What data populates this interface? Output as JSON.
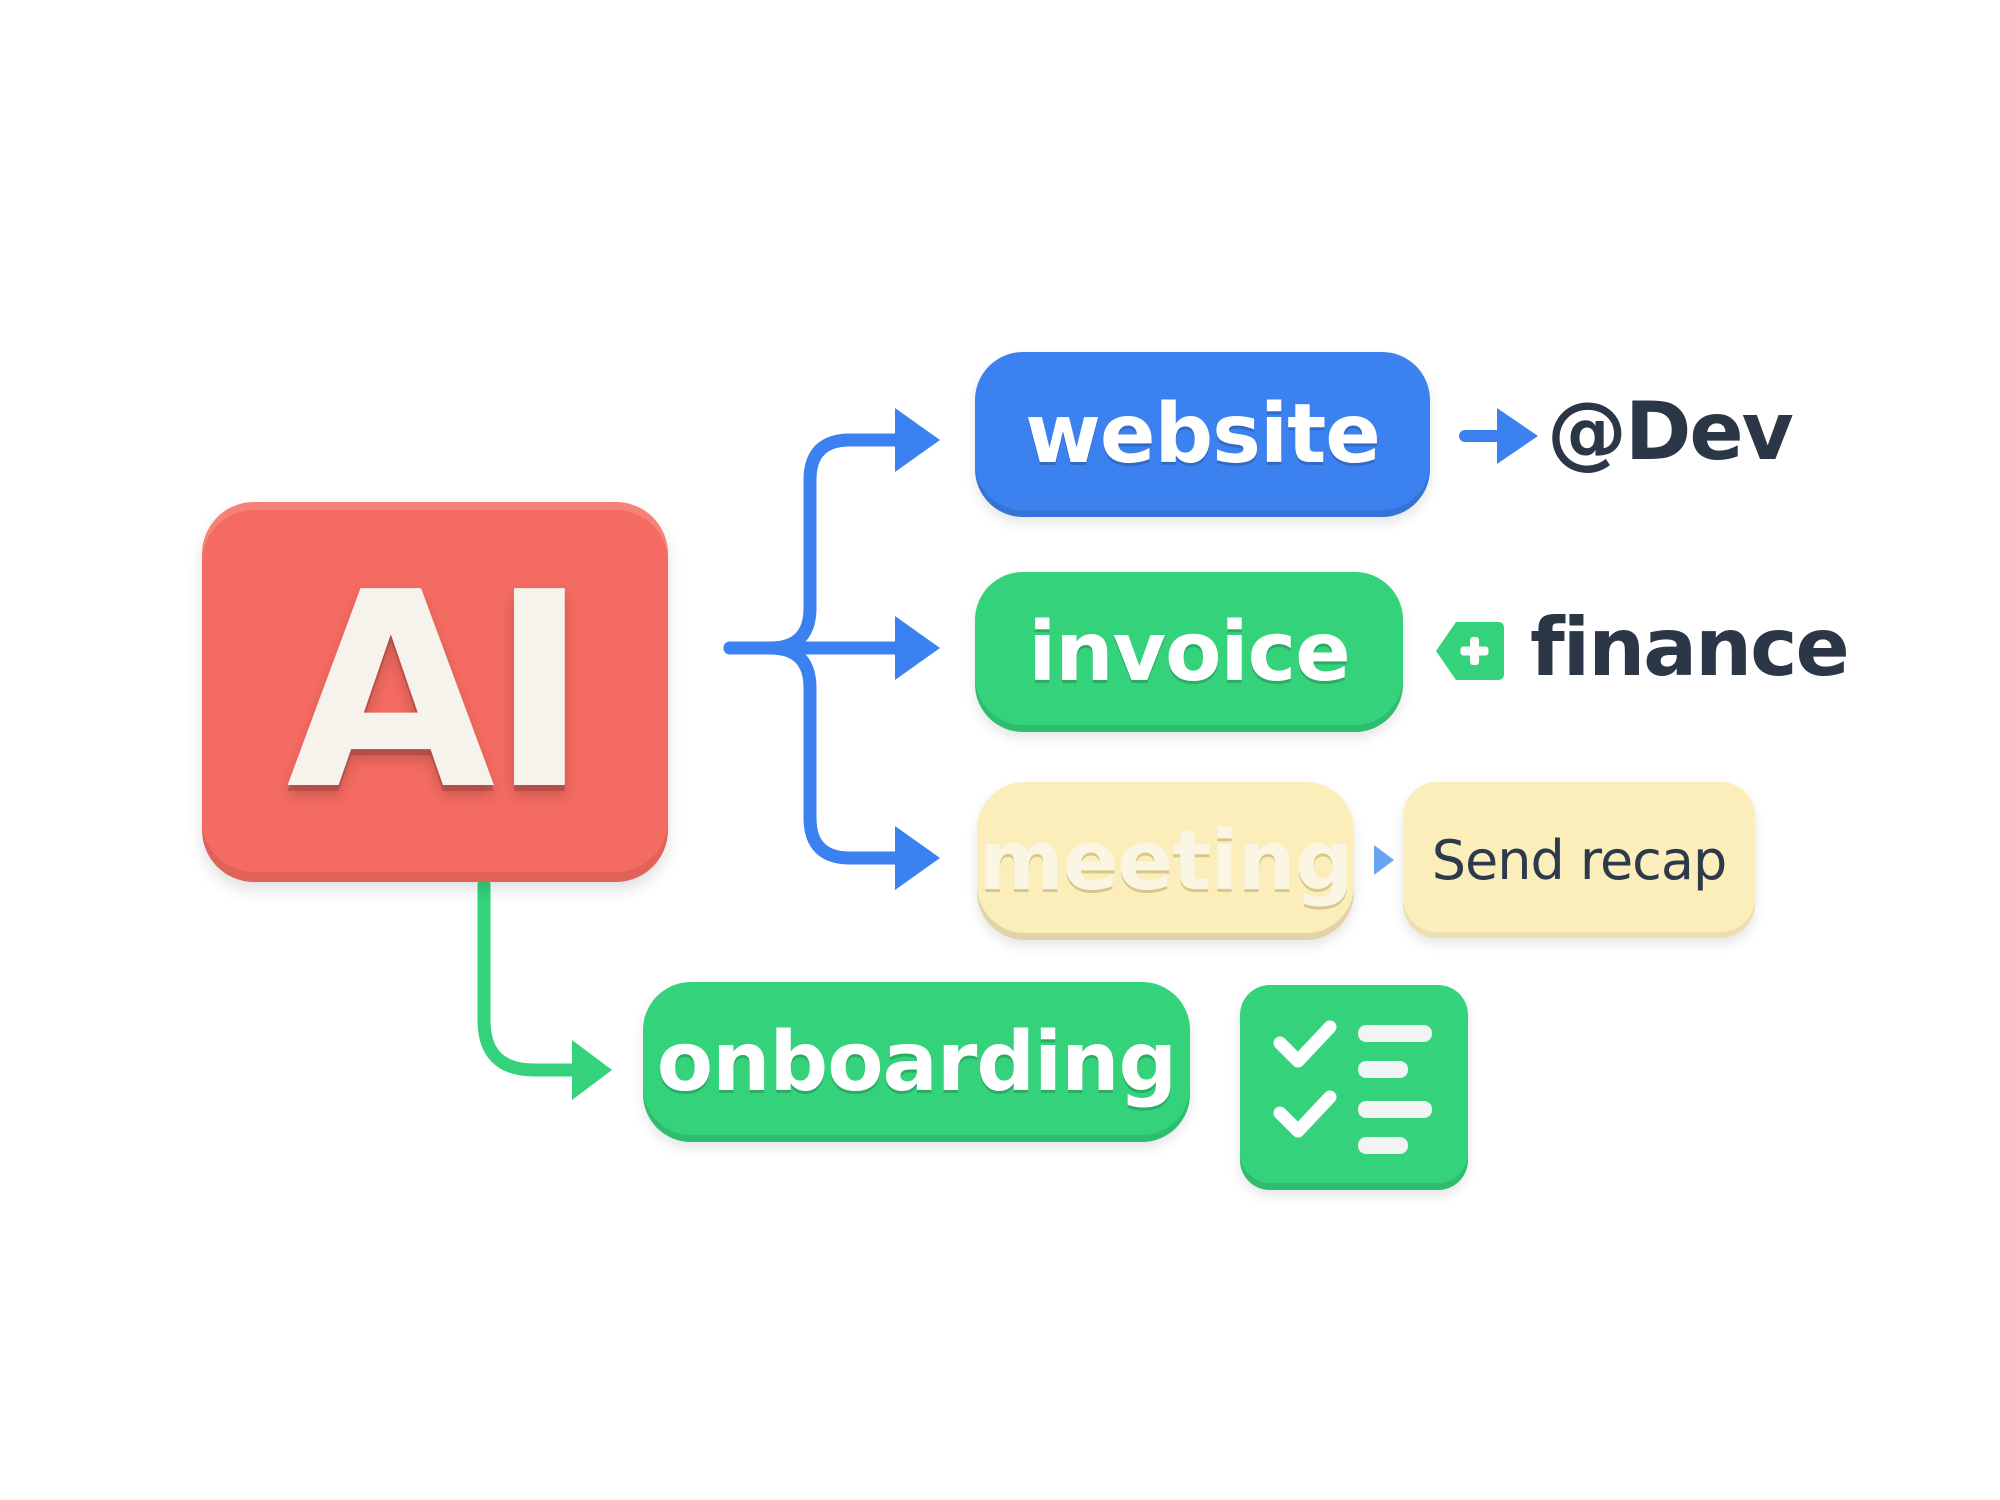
{
  "center": {
    "label": "AI",
    "color": "#f46b61"
  },
  "nodes": [
    {
      "id": "website",
      "label": "website",
      "color": "#3b82f0",
      "next_label": "@Dev",
      "next_icon": "arrow-right-icon"
    },
    {
      "id": "invoice",
      "label": "invoice",
      "color": "#34d27b",
      "next_label": "finance",
      "next_icon": "tag-plus-icon"
    },
    {
      "id": "meeting",
      "label": "meeting",
      "color": "#fbeebb",
      "next_label": "Send recap",
      "next_icon": "small-arrow-icon"
    },
    {
      "id": "onboarding",
      "label": "onboarding",
      "color": "#34d27b",
      "next_icon": "checklist-icon"
    }
  ],
  "connector_colors": {
    "blue": "#3b82f0",
    "green": "#34d27b"
  }
}
